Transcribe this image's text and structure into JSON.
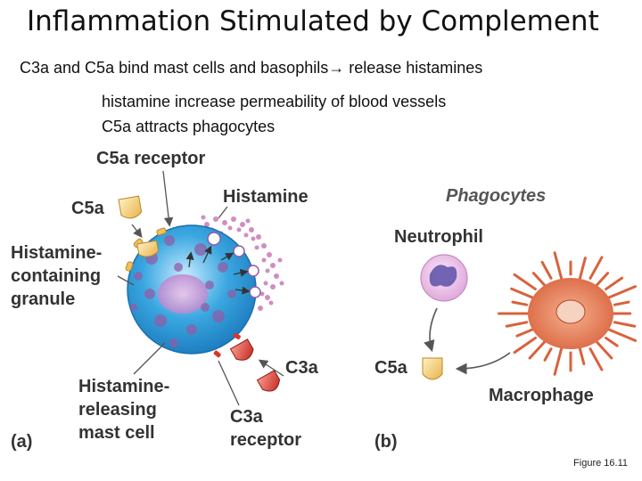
{
  "slide": {
    "title": "Inflammation Stimulated by Complement",
    "bullets": {
      "b1_pre": "C3a and C5a bind mast cells and basophils",
      "b1_post": " release histamines",
      "b2": "histamine increase permeability of blood vessels",
      "b3": "C5a attracts phagocytes"
    },
    "caption": "Figure 16.11"
  },
  "panel_a": {
    "c5a_receptor": "C5a receptor",
    "c5a": "C5a",
    "histamine": "Histamine",
    "granule_l1": "Histamine-",
    "granule_l2": "containing",
    "granule_l3": "granule",
    "c3a": "C3a",
    "mast_l1": "Histamine-",
    "mast_l2": "releasing",
    "mast_l3": "mast cell",
    "c3a_rec_l1": "C3a",
    "c3a_rec_l2": "receptor",
    "panel_label": "(a)"
  },
  "panel_b": {
    "phagocytes": "Phagocytes",
    "neutrophil": "Neutrophil",
    "c5a": "C5a",
    "macrophage": "Macrophage",
    "panel_label": "(b)"
  },
  "colors": {
    "mast_cell": "#3aa7e0",
    "c5a_molecule": "#f2c15a",
    "c3a_molecule": "#d9362b",
    "neutrophil": "#e7b8e2",
    "macrophage": "#e07a55",
    "histamine_dots": "#c87ab6"
  }
}
